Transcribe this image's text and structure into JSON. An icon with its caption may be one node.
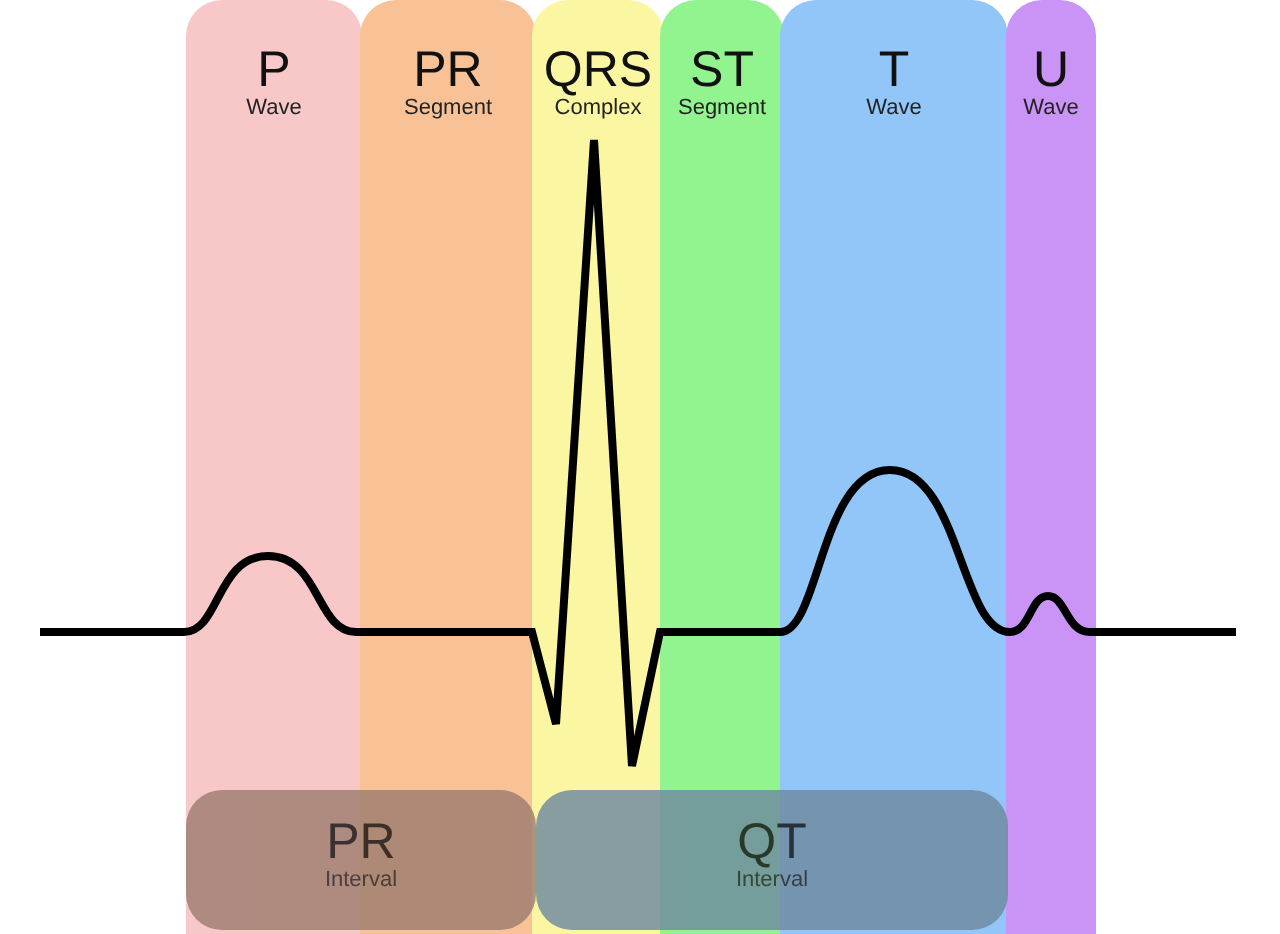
{
  "diagram": {
    "nodes": [
      {
        "text": [
          "P",
          "Wave"
        ]
      },
      {
        "text": [
          "PR",
          "Segment"
        ]
      },
      {
        "text": [
          "QRS",
          "Complex"
        ]
      },
      {
        "text": [
          "ST",
          "Segment"
        ]
      },
      {
        "text": [
          "T",
          "Wave"
        ]
      },
      {
        "text": [
          "U",
          "Wave"
        ]
      },
      {
        "text": [
          "PR",
          "Interval"
        ]
      },
      {
        "text": [
          "QT",
          "Interval"
        ]
      }
    ]
  }
}
